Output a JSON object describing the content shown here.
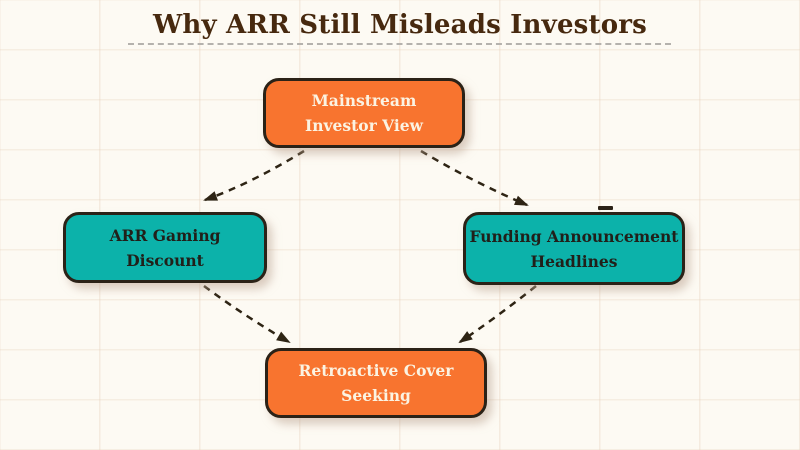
{
  "title": "Why ARR Still Misleads Investors",
  "diagram": {
    "type": "cycle-flowchart",
    "nodes": [
      {
        "id": "mainstream-investor-view",
        "label": "Mainstream\nInvestor View",
        "fill": "orange",
        "position": "top"
      },
      {
        "id": "arr-gaming-discount",
        "label": "ARR Gaming\nDiscount",
        "fill": "teal",
        "position": "left"
      },
      {
        "id": "funding-announcement-headlines",
        "label": "Funding Announcement\nHeadlines",
        "fill": "teal",
        "position": "right"
      },
      {
        "id": "retroactive-cover-seeking",
        "label": "Retroactive Cover\nSeeking",
        "fill": "orange",
        "position": "bottom"
      }
    ],
    "edges": [
      {
        "from": "mainstream-investor-view",
        "to": "arr-gaming-discount",
        "style": "dashed-arrow"
      },
      {
        "from": "mainstream-investor-view",
        "to": "funding-announcement-headlines",
        "style": "dashed-arrow"
      },
      {
        "from": "arr-gaming-discount",
        "to": "retroactive-cover-seeking",
        "style": "dashed-arrow"
      },
      {
        "from": "funding-announcement-headlines",
        "to": "retroactive-cover-seeking",
        "style": "dashed-arrow"
      }
    ]
  },
  "colors": {
    "orange": "#F8742F",
    "teal": "#0CB2AA",
    "ink": "#2B2217",
    "background": "#FDFAF3",
    "grid_line": "#F0E4D8",
    "title_text": "#47290F",
    "divider": "#B5B2AD",
    "text_on_orange": "#FBF3E2",
    "text_on_teal": "#21201A"
  }
}
